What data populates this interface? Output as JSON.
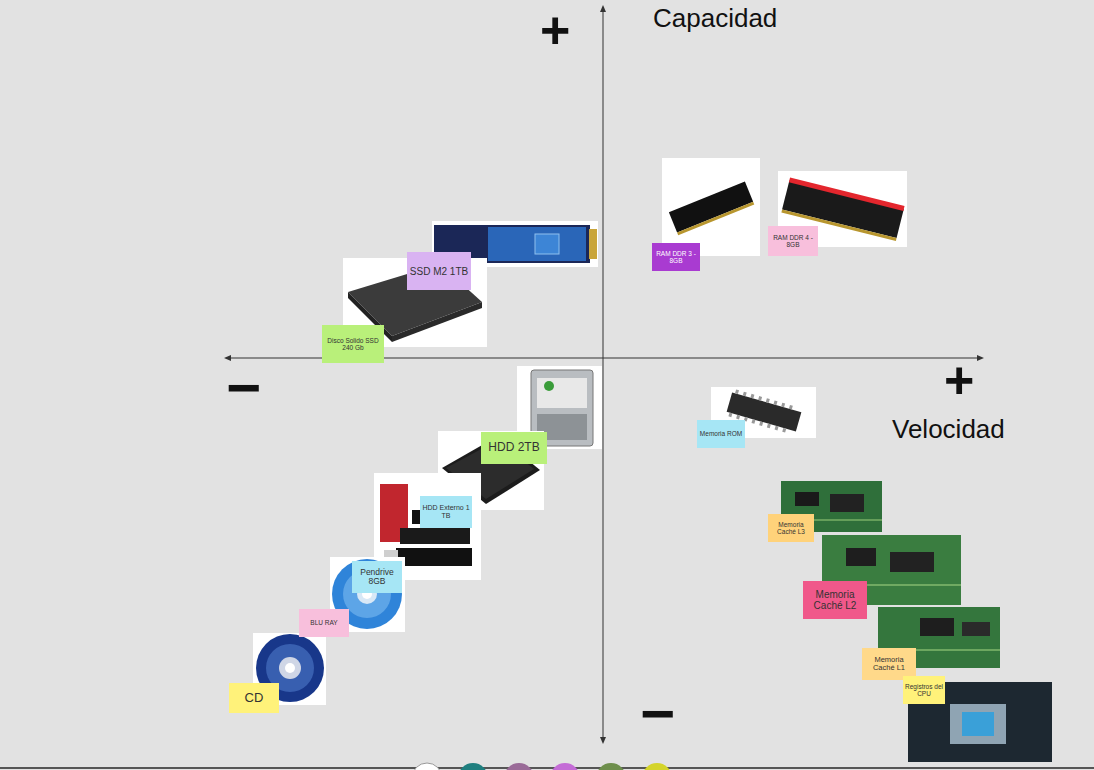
{
  "diagram": {
    "nodes": [
      {
        "text": [
          "RAM DDR 3 - 8GB"
        ]
      },
      {
        "text": [
          "RAM DDR 4 - 8GB"
        ]
      },
      {
        "text": [
          "SSD M2 1TB"
        ]
      },
      {
        "text": [
          "Disco Solido SSD 240 Gb"
        ]
      },
      {
        "text": [
          "HDD 2TB"
        ]
      },
      {
        "text": [
          "Memoria ROM"
        ]
      },
      {
        "text": [
          "HDD Externo 1 TB"
        ]
      },
      {
        "text": [
          "Memoria Caché L3"
        ]
      },
      {
        "text": [
          "Pendrive 8GB"
        ]
      },
      {
        "text": [
          "Memoria Caché L2"
        ]
      },
      {
        "text": [
          "BLU RAY"
        ]
      },
      {
        "text": [
          "Memoria Caché L1"
        ]
      },
      {
        "text": [
          "Registros del CPU"
        ]
      },
      {
        "text": [
          "CD"
        ]
      }
    ],
    "labels": [
      "+",
      "Capacidad",
      "−",
      "+",
      "Velocidad",
      "−"
    ]
  }
}
